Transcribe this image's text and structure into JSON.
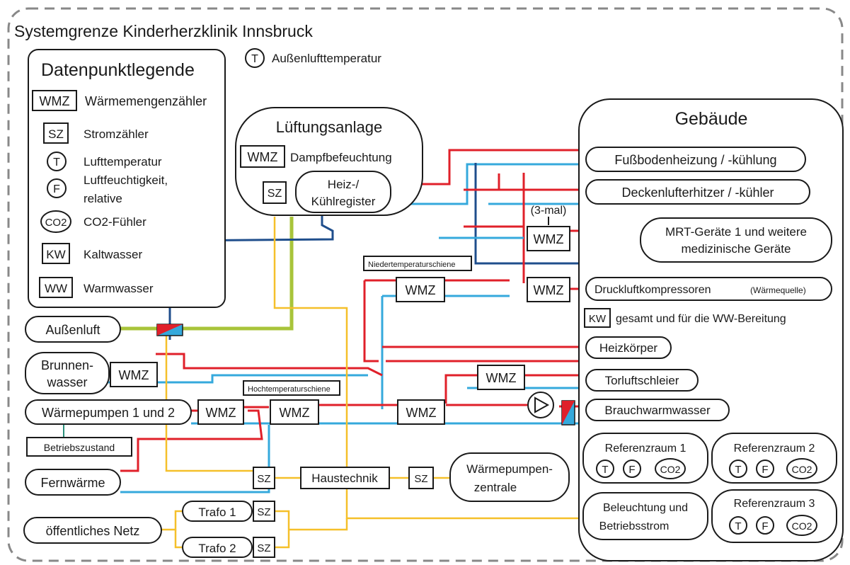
{
  "system_boundary": "Systemgrenze Kinderherzklinik Innsbruck",
  "outdoor_temp": {
    "symbol": "T",
    "label": "Außenlufttemperatur"
  },
  "legend": {
    "title": "Datenpunktlegende",
    "items": [
      {
        "symbol": "WMZ",
        "label": "Wärmemengenzähler"
      },
      {
        "symbol": "SZ",
        "label": "Stromzähler"
      },
      {
        "symbol": "T",
        "label": "Lufttemperatur"
      },
      {
        "symbol": "F",
        "label": "Luftfeuchtigkeit,",
        "label2": "relative"
      },
      {
        "symbol": "CO2",
        "label": "CO2-Fühler"
      },
      {
        "symbol": "KW",
        "label": "Kaltwasser"
      },
      {
        "symbol": "WW",
        "label": "Warmwasser"
      }
    ]
  },
  "ventilation": {
    "title": "Lüftungsanlage",
    "wmz": "WMZ",
    "humidification": "Dampfbefeuchtung",
    "sz": "SZ",
    "register_line1": "Heiz-/",
    "register_line2": "Kühlregister"
  },
  "building": {
    "title": "Gebäude",
    "consumers": [
      "Fußbodenheizung / -kühlung",
      "Deckenlufterhitzer / -kühler",
      "MRT-Geräte 1 und weitere",
      "medizinische Geräte",
      "Druckluftkompressoren",
      "(Wärmequelle)",
      "Heizkörper",
      "Torluftschleier",
      "Brauchwarmwasser"
    ],
    "kw_symbol": "KW",
    "kw_label": "gesamt und für die WW-Bereitung",
    "times3": "(3-mal)",
    "lighting_line1": "Beleuchtung und",
    "lighting_line2": "Betriebsstrom",
    "rooms": [
      "Referenzraum 1",
      "Referenzraum 2",
      "Referenzraum 3"
    ],
    "sensors": [
      "T",
      "F",
      "CO2"
    ]
  },
  "sources": {
    "outdoor_air": "Außenluft",
    "well_line1": "Brunnen-",
    "well_line2": "wasser",
    "heat_pumps": "Wärmepumpen 1 und 2",
    "operating_state": "Betriebszustand",
    "district_heat": "Fernwärme",
    "public_grid": "öffentliches Netz",
    "trafo1": "Trafo 1",
    "trafo2": "Trafo 2"
  },
  "rails": {
    "low_temp": "Niedertemperaturschiene",
    "high_temp": "Hochtemperaturschiene"
  },
  "electric": {
    "building_services": "Haustechnik",
    "hp_center_line1": "Wärmepumpen-",
    "hp_center_line2": "zentrale"
  },
  "labels": {
    "wmz": "WMZ",
    "sz": "SZ"
  },
  "colors": {
    "hot": "#e0202a",
    "cold": "#35a9dc",
    "dark_cold": "#1f4e8c",
    "electric": "#f5c02a",
    "air": "#a8c43a",
    "status": "#2a8f7a"
  }
}
